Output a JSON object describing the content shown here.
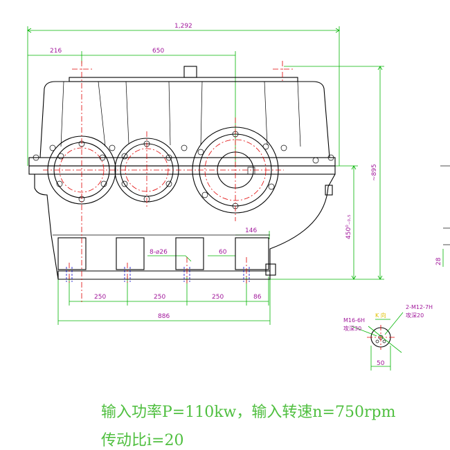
{
  "dimensions": {
    "overall_length": "1,292",
    "left_offset": "216",
    "center_distance": "650",
    "height": "~895",
    "center_height": "450⁰₋₀.₅",
    "foot_width": "146",
    "bolt_holes": "8-⌀26",
    "slot": "60",
    "spacing_1": "250",
    "spacing_2": "250",
    "spacing_3": "250",
    "end_offset": "86",
    "base_length": "886",
    "side_small": "28"
  },
  "detail": {
    "thread_left": "M16-6H",
    "depth_left": "攻深30",
    "view_label": "K 向",
    "thread_right": "2-M12-7H",
    "depth_right": "攻深20",
    "width": "50"
  },
  "notes": {
    "line1": "输入功率P=110kw，输入转速n=750rpm",
    "line2": "传动比i=20"
  },
  "colors": {
    "dimension_text": "#a0169a",
    "dimension_line": "#00b400",
    "center_line": "#e00000",
    "hidden_line": "#0000c8",
    "note_text": "#4fbf3f"
  }
}
